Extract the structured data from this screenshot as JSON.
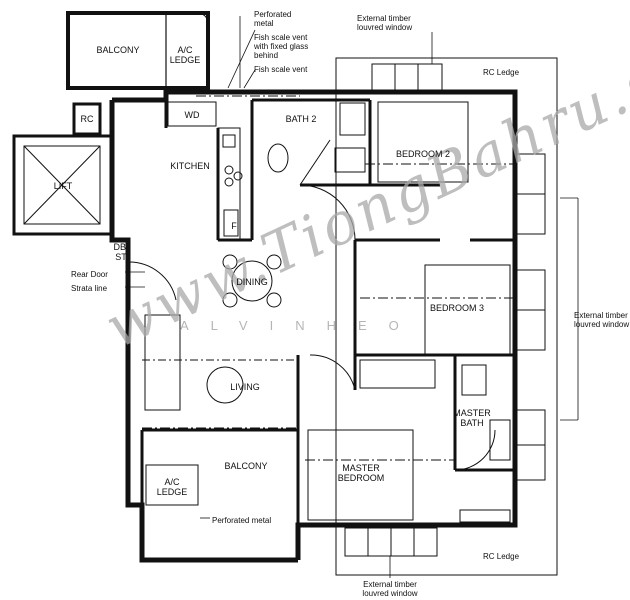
{
  "rooms": {
    "balcony_top": "BALCONY",
    "ac_ledge_top_1": "A/C",
    "ac_ledge_top_2": "LEDGE",
    "rc": "RC",
    "wd": "WD",
    "bath2": "BATH 2",
    "kitchen": "KITCHEN",
    "lift": "LIFT",
    "f": "F",
    "db_1": "DB/",
    "db_2": "ST",
    "dining": "DINING",
    "living": "LIVING",
    "bedroom2": "BEDROOM 2",
    "bedroom3": "BEDROOM 3",
    "master_bath_1": "MASTER",
    "master_bath_2": "BATH",
    "master_bedroom_1": "MASTER",
    "master_bedroom_2": "BEDROOM",
    "balcony_bottom": "BALCONY",
    "ac_ledge_bottom_1": "A/C",
    "ac_ledge_bottom_2": "LEDGE"
  },
  "annotations": {
    "perforated_top_1": "Perforated",
    "perforated_top_2": "metal",
    "fish_vent_1": "Fish scale vent",
    "fish_vent_2": "with fixed glass",
    "fish_vent_3": "behind",
    "fish_vent_simple": "Fish scale vent",
    "ext_top_1": "External timber",
    "ext_top_2": "louvred window",
    "rc_ledge_top": "RC Ledge",
    "ext_right_1": "External timber",
    "ext_right_2": "louvred window",
    "rear_door": "Rear Door",
    "strata_line": "Strata line",
    "perforated_bottom": "Perforated metal",
    "rc_ledge_bottom": "RC Ledge",
    "ext_bottom_1": "External timber",
    "ext_bottom_2": "louvred window"
  },
  "watermark": {
    "main": "www.TiongBahru.sg",
    "sub": "ALVINHEO"
  }
}
